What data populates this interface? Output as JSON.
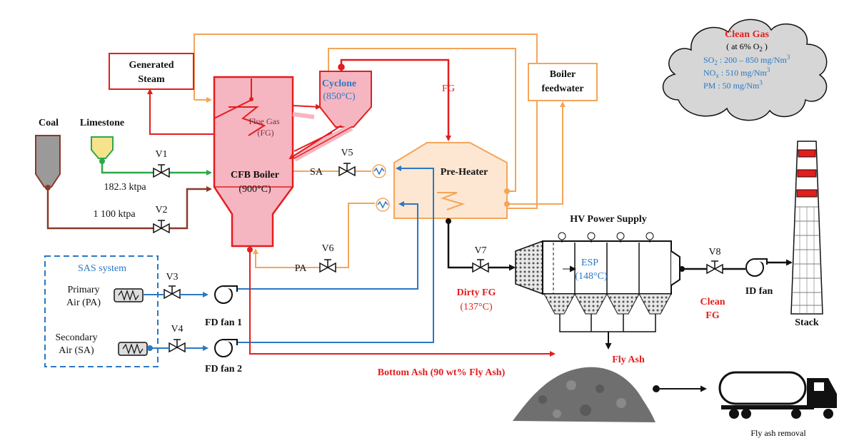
{
  "colors": {
    "red": "#e41d1d",
    "orange": "#f4a55a",
    "green": "#2ea84a",
    "blue": "#2a78c4",
    "brown": "#8a3a2a",
    "black": "#111111",
    "boiler_fill": "#f6b6c1",
    "preheater_fill": "#fde7d2",
    "cloud_fill": "#d6d6d6",
    "coal_fill": "#9a9a9a",
    "limestone_fill": "#f7e38b"
  },
  "boxes": {
    "generated_steam": [
      "Generated",
      "Steam"
    ],
    "boiler_feedwater": [
      "Boiler",
      "feedwater"
    ]
  },
  "feeds": {
    "coal": "Coal",
    "limestone": "Limestone",
    "limestone_rate": "182.3 ktpa",
    "coal_rate": "1 100 ktpa"
  },
  "valves": {
    "v1": "V1",
    "v2": "V2",
    "v3": "V3",
    "v4": "V4",
    "v5": "V5",
    "v6": "V6",
    "v7": "V7",
    "v8": "V8"
  },
  "boiler": {
    "name": "CFB Boiler",
    "temp": "(900°C)",
    "flue_gas": [
      "Flue Gas",
      "(FG)"
    ]
  },
  "cyclone": {
    "name": "Cyclone",
    "temp": "(850°C)"
  },
  "fg_label": "FG",
  "preheater": "Pre-Heater",
  "sa_label": "SA",
  "pa_label": "PA",
  "sas": {
    "title": "SAS system",
    "primary_air": [
      "Primary",
      "Air (PA)"
    ],
    "secondary_air": [
      "Secondary",
      "Air (SA)"
    ]
  },
  "fans": {
    "fd1": "FD fan 1",
    "fd2": "FD fan 2",
    "id": "ID fan"
  },
  "esp": {
    "power": "HV Power Supply",
    "name": "ESP",
    "temp": "(148°C)"
  },
  "dirty_fg": [
    "Dirty FG",
    "(137°C)"
  ],
  "clean_fg": [
    "Clean",
    "FG"
  ],
  "stack": "Stack",
  "fly_ash": "Fly Ash",
  "bottom_ash": "Bottom Ash (90 wt% Fly Ash)",
  "fly_ash_removal": "Fly ash removal",
  "cloud": {
    "title": "Clean Gas",
    "condition": "( at 6% O",
    "condition_sub": "2",
    "condition_end": " )",
    "so2": "SO",
    "so2_sub": "2",
    "so2_val": " : 200 – 850 mg/Nm",
    "so2_sup": "3",
    "nox": "NO",
    "nox_sub": "x",
    "nox_val": " : 510 mg/Nm",
    "nox_sup": "3",
    "pm": "PM  : 50 mg/Nm",
    "pm_sup": "3"
  }
}
